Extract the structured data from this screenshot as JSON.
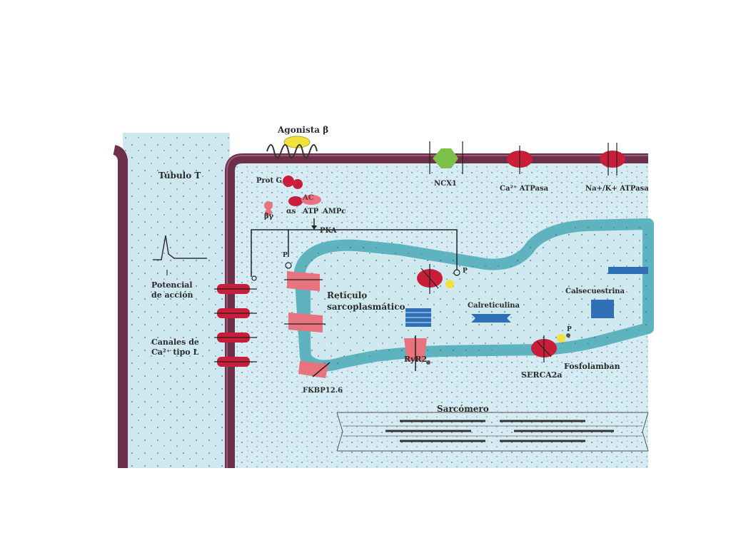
{
  "labels": {
    "agonista": "Agonista β",
    "tubulo_t": "Túbulo T",
    "prot_g": "Prot G",
    "ac": "AC",
    "gs": "αs",
    "atp": "ATP",
    "ampc": "AMPc",
    "beta_gamma": "βγ",
    "pka": "PKA",
    "potencial_1": "Potencial",
    "potencial_2": "de acción",
    "canales_1": "Canales de",
    "canales_2": "Ca²⁺ tipo L",
    "ncx": "NCX1",
    "ca_atpasa": "Ca²⁺ ATPasa",
    "na_k_atpasa": "Na+/K+ ATPasa",
    "reticulo_1": "Retículo",
    "reticulo_2": "sarcoplasmático",
    "calreticulina": "Calreticulina",
    "calsecuestrina": "Calsecuestrina",
    "ryr2": "RyR2",
    "serca2a": "SERCA2a",
    "fosfolamban": "Fosfolamban",
    "fkbp": "FKBP12.6",
    "sarcomero": "Sarcómero",
    "p": "P"
  },
  "colors": {
    "membrane": "#6e2f4a",
    "membrane_light": "#9a5a74",
    "cytoplasm": "#d6ecf2",
    "tubule": "#cfe8f0",
    "sr_wall": "#5fb3bf",
    "sr_lumen": "#cfe9ef",
    "channel_red": "#c81e3a",
    "channel_pink": "#e8737f",
    "ncx_green": "#7cc04a",
    "yellow": "#f2e23a",
    "blue_protein": "#2f6fb5",
    "line": "#222222"
  }
}
